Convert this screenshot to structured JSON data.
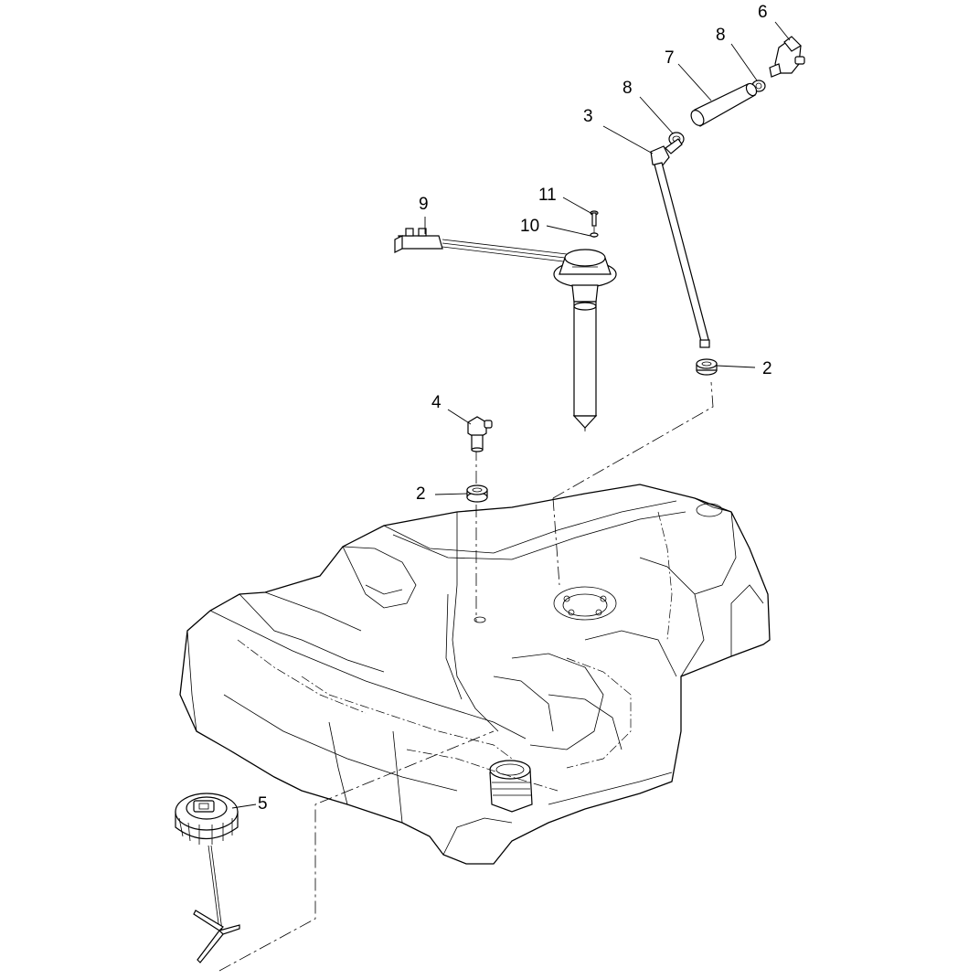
{
  "callouts": {
    "c6": "6",
    "c8a": "8",
    "c7": "7",
    "c8b": "8",
    "c3": "3",
    "c11": "11",
    "c9": "9",
    "c10": "10",
    "c2a": "2",
    "c4": "4",
    "c2b": "2",
    "c5": "5"
  }
}
